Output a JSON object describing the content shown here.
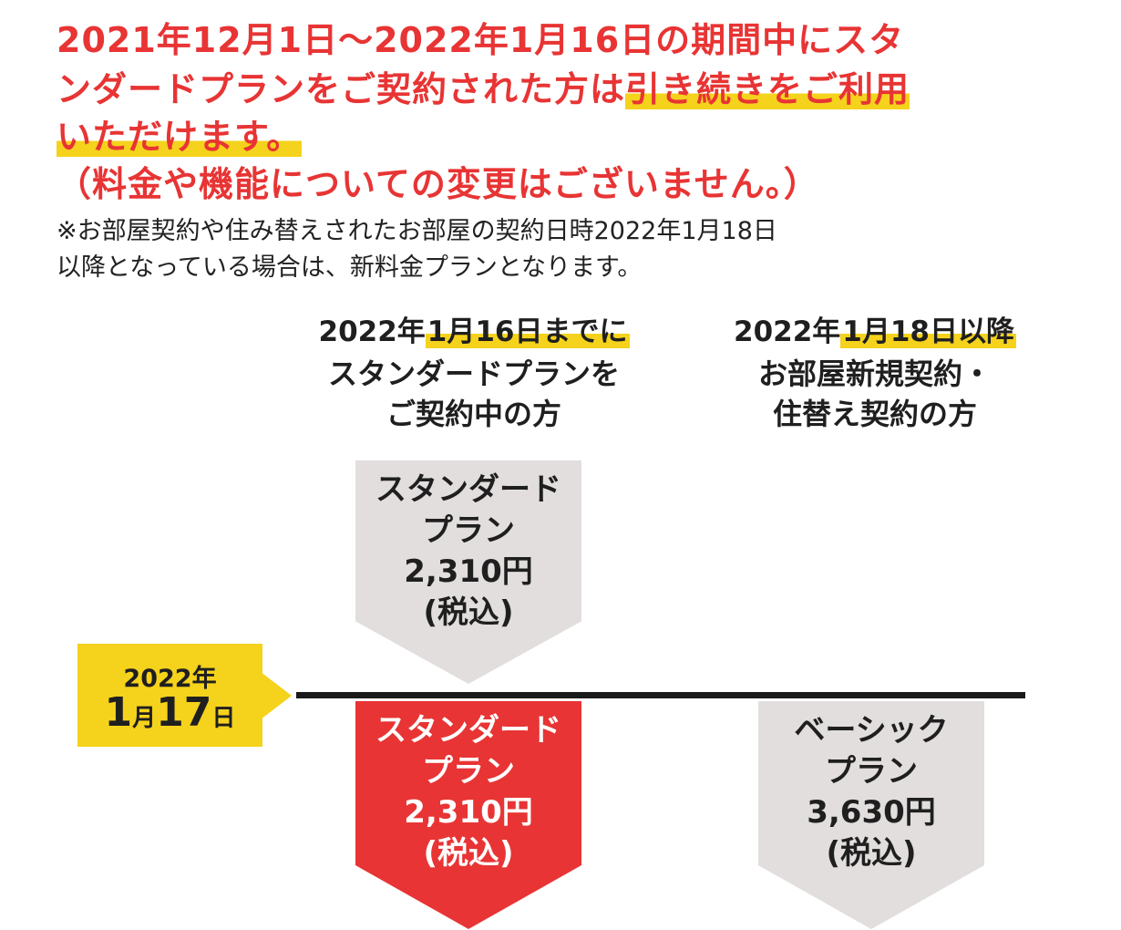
{
  "colors": {
    "accent": "#e83434",
    "marker": "#f5d21c",
    "gray": "#e1dedd",
    "red_box": "#e83434"
  },
  "headline": {
    "line1": "2021年12月1日〜2022年1月16日の期間中にスタ",
    "line2_pre": "ンダードプランをご契約された方は",
    "line2_hl": "引き続きをご利用",
    "line3_hl": "いただけます。",
    "line4": "（料金や機能についての変更はございません。）"
  },
  "note": {
    "line1": "※お部屋契約や住み替えされたお部屋の契約日時2022年1月18日",
    "line2": "以降となっている場合は、新料金プランとなります。"
  },
  "left_column": {
    "date_prefix": "2022年",
    "date_marked": "1月16日までに",
    "sub1": "スタンダードプランを",
    "sub2": "ご契約中の方"
  },
  "right_column": {
    "date_prefix": "2022年",
    "date_marked": "1月18日以降",
    "sub1": "お部屋新規契約・",
    "sub2": "住替え契約の方"
  },
  "date_tag": {
    "year": "2022年",
    "month_num": "1",
    "month_unit": "月",
    "day_num": "17",
    "day_unit": "日"
  },
  "plans": {
    "before": {
      "name1": "スタンダード",
      "name2": "プラン",
      "price": "2,310円",
      "tax": "(税込)"
    },
    "after_left": {
      "name1": "スタンダード",
      "name2": "プラン",
      "price": "2,310円",
      "tax": "(税込)"
    },
    "after_right": {
      "name1": "ベーシック",
      "name2": "プラン",
      "price": "3,630円",
      "tax": "(税込)"
    }
  }
}
